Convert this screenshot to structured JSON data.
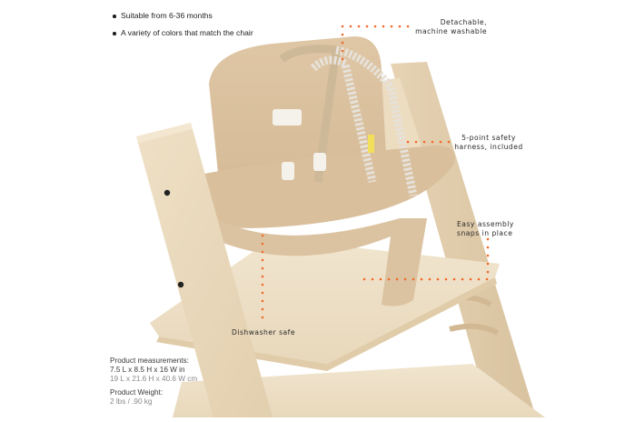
{
  "features": [
    {
      "label": "Suitable from 6-36 months"
    },
    {
      "label": "A variety of colors that match the chair"
    }
  ],
  "callouts": {
    "washable": {
      "line1": "Detachable,",
      "line2": "machine washable"
    },
    "harness": {
      "line1": "5-point safety",
      "line2": "harness, included"
    },
    "assembly": {
      "line1": "Easy assembly",
      "line2": "snaps in place"
    },
    "dishwasher": {
      "line1": "Dishwasher safe"
    }
  },
  "specs": {
    "measurements_label": "Product measurements:",
    "measurements_in": "7.5 L x 8.5 H x 16 W in",
    "measurements_cm": "19 L x 21.6 H x 40.6 W cm",
    "weight_label": "Product Weight:",
    "weight_value": "2 lbs / .90 kg"
  },
  "colors": {
    "callout_dot": "#f26a2a",
    "wood": "#ead9bd",
    "seat_plastic": "#dcc3a2",
    "background": "#ffffff"
  }
}
